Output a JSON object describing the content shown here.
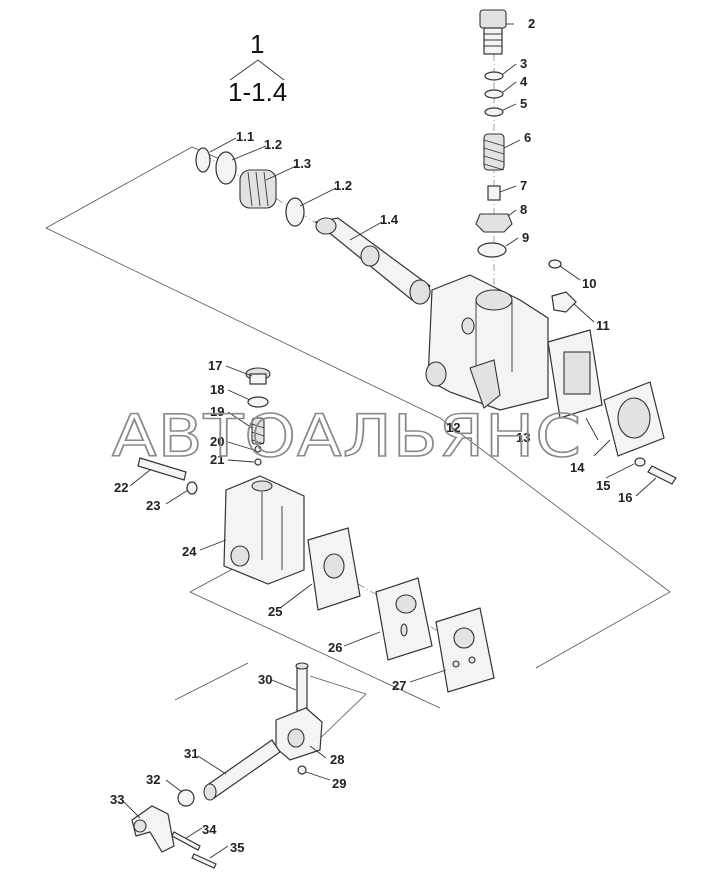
{
  "title": {
    "assembly": "1",
    "range": "1-1.4"
  },
  "watermark": "АВТОАЛЬЯНС",
  "callouts": {
    "c1_1": "1.1",
    "c1_2a": "1.2",
    "c1_3": "1.3",
    "c1_2b": "1.2",
    "c1_4": "1.4",
    "c2": "2",
    "c3": "3",
    "c4": "4",
    "c5": "5",
    "c6": "6",
    "c7": "7",
    "c8": "8",
    "c9": "9",
    "c10": "10",
    "c11": "11",
    "c12": "12",
    "c13": "13",
    "c14": "14",
    "c15": "15",
    "c16": "16",
    "c17": "17",
    "c18": "18",
    "c19": "19",
    "c20": "20",
    "c21": "21",
    "c22": "22",
    "c23": "23",
    "c24": "24",
    "c25": "25",
    "c26": "26",
    "c27": "27",
    "c28": "28",
    "c29": "29",
    "c30": "30",
    "c31": "31",
    "c32": "32",
    "c33": "33",
    "c34": "34",
    "c35": "35"
  }
}
